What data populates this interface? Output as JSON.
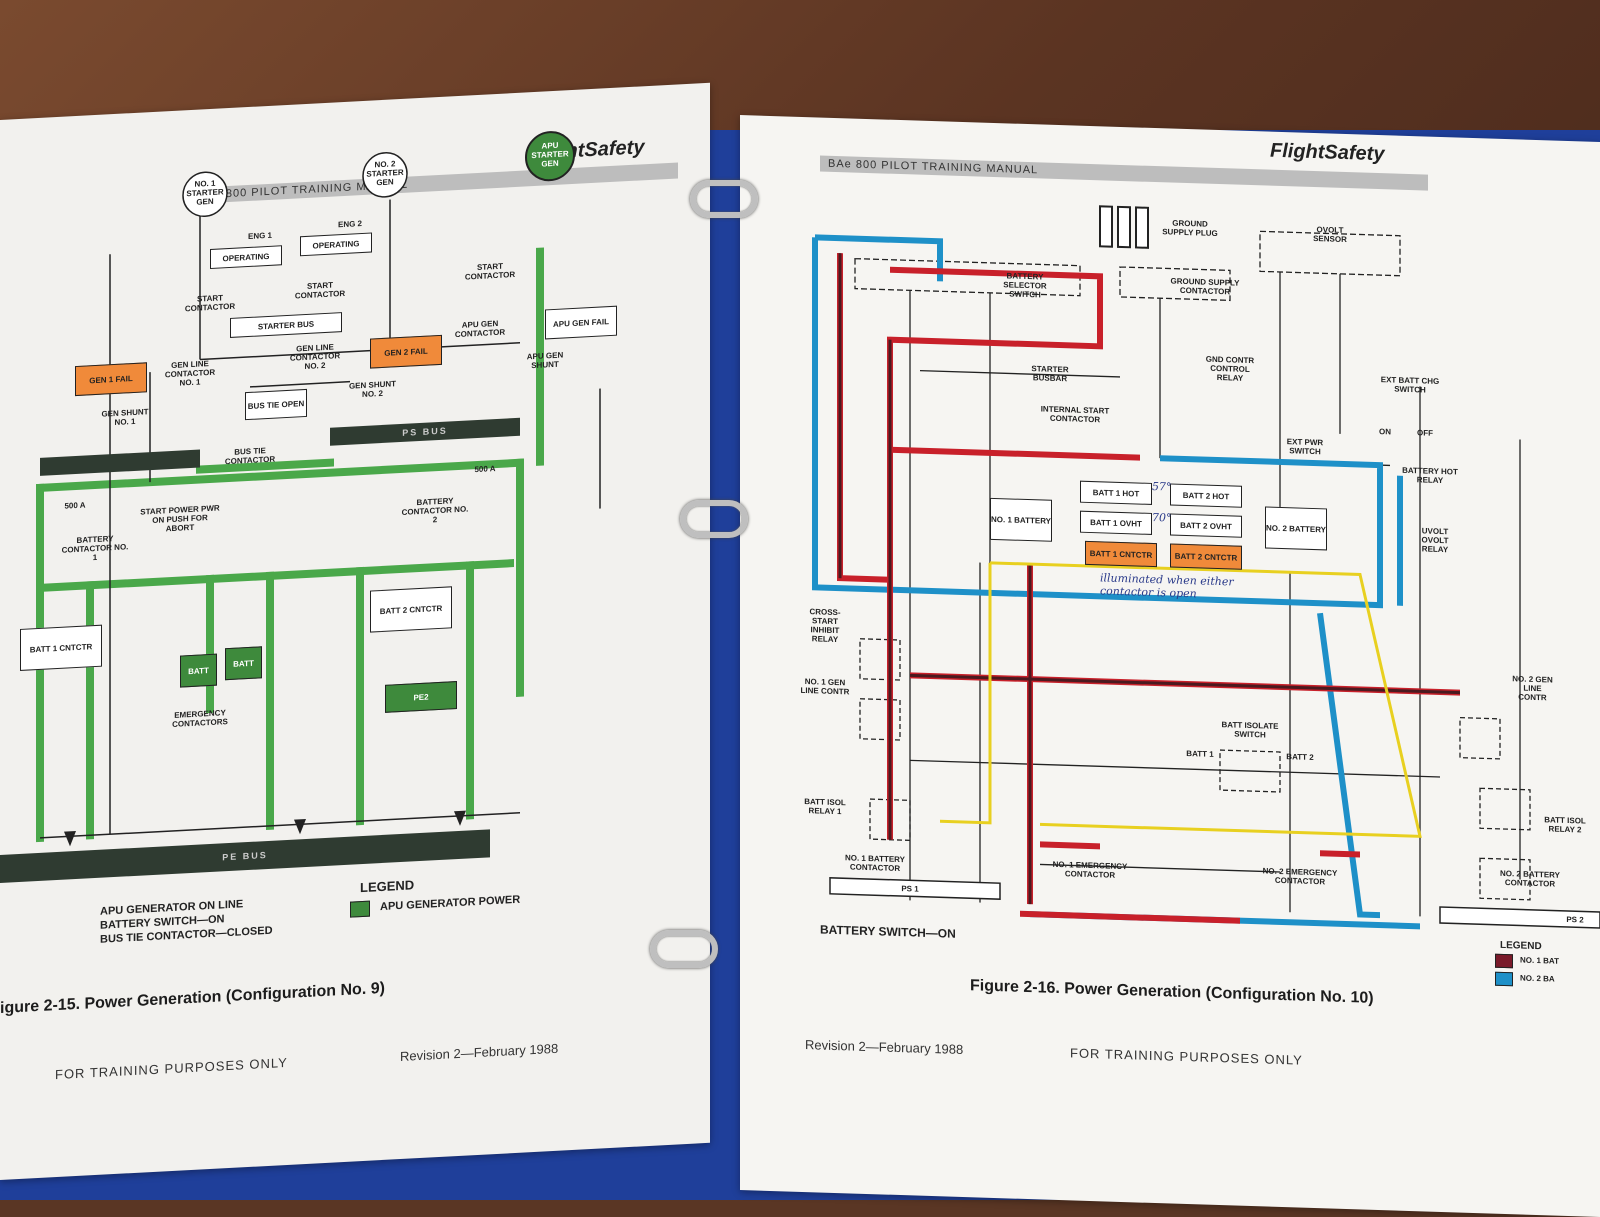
{
  "left_page": {
    "brand": "FlightSafety",
    "manual_title": "BAe 800 PILOT TRAINING MANUAL",
    "labels": {
      "no1_starter_gen": "NO. 1 STARTER GEN",
      "no2_starter_gen": "NO. 2 STARTER GEN",
      "apu_starter_gen": "APU STARTER GEN",
      "eng1": "ENG 1",
      "eng2": "ENG 2",
      "operating1": "OPERATING",
      "operating2": "OPERATING",
      "start_contactor_1": "START CONTACTOR",
      "start_contactor_2": "START CONTACTOR",
      "start_contactor_3": "START CONTACTOR",
      "starter_bus": "STARTER BUS",
      "gen1_fail": "GEN 1 FAIL",
      "gen2_fail": "GEN 2 FAIL",
      "gen_line_contactor_1": "GEN LINE CONTACTOR NO. 1",
      "gen_line_contactor_2": "GEN LINE CONTACTOR NO. 2",
      "apu_gen_contactor": "APU GEN CONTACTOR",
      "apu_gen_fail": "APU GEN FAIL",
      "apu_gen_shunt": "APU GEN SHUNT",
      "gen_shunt_1": "GEN SHUNT NO. 1",
      "gen_shunt_2": "GEN SHUNT NO. 2",
      "bus_tie_open": "BUS TIE OPEN",
      "bus_tie_contactor": "BUS TIE CONTACTOR",
      "ps_bus": "PS BUS",
      "amp_500_left": "500 A",
      "amp_500_right": "500 A",
      "start_power": "START POWER PWR ON PUSH FOR ABORT",
      "battery_contactor_1": "BATTERY CONTACTOR NO. 1",
      "battery_contactor_2": "BATTERY CONTACTOR NO. 2",
      "batt1_cntctr": "BATT 1 CNTCTR",
      "batt2_cntctr": "BATT 2 CNTCTR",
      "batt_a": "BATT",
      "batt_b": "BATT",
      "pe2": "PE2",
      "emergency_contactors": "EMERGENCY CONTACTORS",
      "pe_bus": "PE BUS"
    },
    "notes": [
      "APU GENERATOR ON LINE",
      "BATTERY SWITCH—ON",
      "BUS TIE CONTACTOR—CLOSED"
    ],
    "legend_title": "LEGEND",
    "legend_item": "APU GENERATOR POWER",
    "caption": "igure 2-15.   Power Generation (Configuration No. 9)",
    "footer_left": "FOR TRAINING PURPOSES ONLY",
    "footer_right": "Revision 2—February 1988"
  },
  "right_page": {
    "brand": "FlightSafety",
    "manual_title": "BAe 800 PILOT TRAINING MANUAL",
    "labels": {
      "ground_supply_plug": "GROUND SUPPLY PLUG",
      "ovolt_sensor": "OVOLT SENSOR",
      "battery_selector_switch": "BATTERY SELECTOR SWITCH",
      "ground_supply_contactor": "GROUND SUPPLY CONTACTOR",
      "starter_busbar": "STARTER BUSBAR",
      "gnd_contr_control_relay": "GND CONTR CONTROL RELAY",
      "ext_batt_chg_switch": "EXT BATT CHG SWITCH",
      "internal_start_contactor": "INTERNAL START CONTACTOR",
      "ext_pwr_switch": "EXT PWR SWITCH",
      "battery_hot_relay": "BATTERY HOT RELAY",
      "batt1_hot": "BATT 1 HOT",
      "batt2_hot": "BATT 2 HOT",
      "batt1_ovht": "BATT 1 OVHT",
      "batt2_ovht": "BATT 2 OVHT",
      "batt1_cntctr": "BATT 1 CNTCTR",
      "batt2_cntctr": "BATT 2 CNTCTR",
      "no1_battery": "NO. 1 BATTERY",
      "no2_battery": "NO. 2 BATTERY",
      "uvolt_ovolt_relay": "UVOLT OVOLT RELAY",
      "cross_start_inhibit_relay": "CROSS-START INHIBIT RELAY",
      "no1_gen_line_contr": "NO. 1 GEN LINE CONTR",
      "no2_gen_line_contr": "NO. 2 GEN LINE CONTR",
      "batt_isolate_switch": "BATT ISOLATE SWITCH",
      "batt1": "BATT 1",
      "batt2": "BATT 2",
      "batt_isol_relay_1": "BATT ISOL RELAY 1",
      "batt_isol_relay_2": "BATT ISOL RELAY 2",
      "no1_battery_contactor": "NO. 1 BATTERY CONTACTOR",
      "no1_emergency_contactor": "NO. 1 EMERGENCY CONTACTOR",
      "no2_emergency_contactor": "NO. 2 EMERGENCY CONTACTOR",
      "no2_battery_contactor": "NO. 2 BATTERY CONTACTOR",
      "ps1": "PS 1",
      "ps2": "PS 2",
      "on": "ON",
      "off": "OFF"
    },
    "handwritten_note": "illuminated when either contactor is open",
    "handwritten_57": "57°",
    "handwritten_70": "70°",
    "note": "BATTERY SWITCH—ON",
    "legend_title": "LEGEND",
    "legend_items": [
      "NO. 1 BAT",
      "NO. 2 BA"
    ],
    "caption": "Figure 2-16.   Power Generation (Configuration No. 10)",
    "footer_left": "Revision 2—February 1988",
    "footer_right": "FOR TRAINING PURPOSES ONLY"
  },
  "colors": {
    "green_power": "#4aa84a",
    "battery1_red": "#c8202a",
    "battery2_blue": "#1e90c8",
    "yellow_wire": "#e8d020",
    "orange_annunciator": "#f08a3a"
  }
}
